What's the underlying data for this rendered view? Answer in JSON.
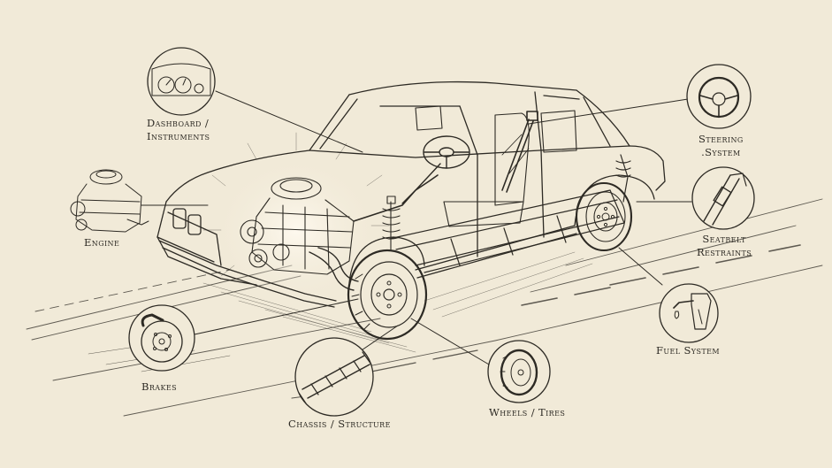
{
  "colors": {
    "paper": "#f1ead8",
    "ink": "#2d2a24",
    "glow": "#fff8e6"
  },
  "callouts": {
    "dashboard": {
      "line1": "Dashboard /",
      "line2": "Instruments",
      "icon": "dashboard-gauges-icon"
    },
    "engine": {
      "label": "Engine",
      "icon": "engine-block-icon"
    },
    "brakes": {
      "label": "Brakes",
      "icon": "brake-disc-icon"
    },
    "chassis": {
      "label": "Chassis / Structure",
      "icon": "chassis-frame-icon"
    },
    "wheels": {
      "label": "Wheels / Tires",
      "icon": "tire-icon"
    },
    "fuel": {
      "label": "Fuel System",
      "icon": "fuel-nozzle-icon"
    },
    "seatbelt": {
      "line1": "Seatbelt",
      "line2": "Restraints",
      "icon": "seatbelt-icon"
    },
    "steering": {
      "line1": "Steering",
      "line2": ".System",
      "icon": "steering-wheel-icon"
    }
  }
}
